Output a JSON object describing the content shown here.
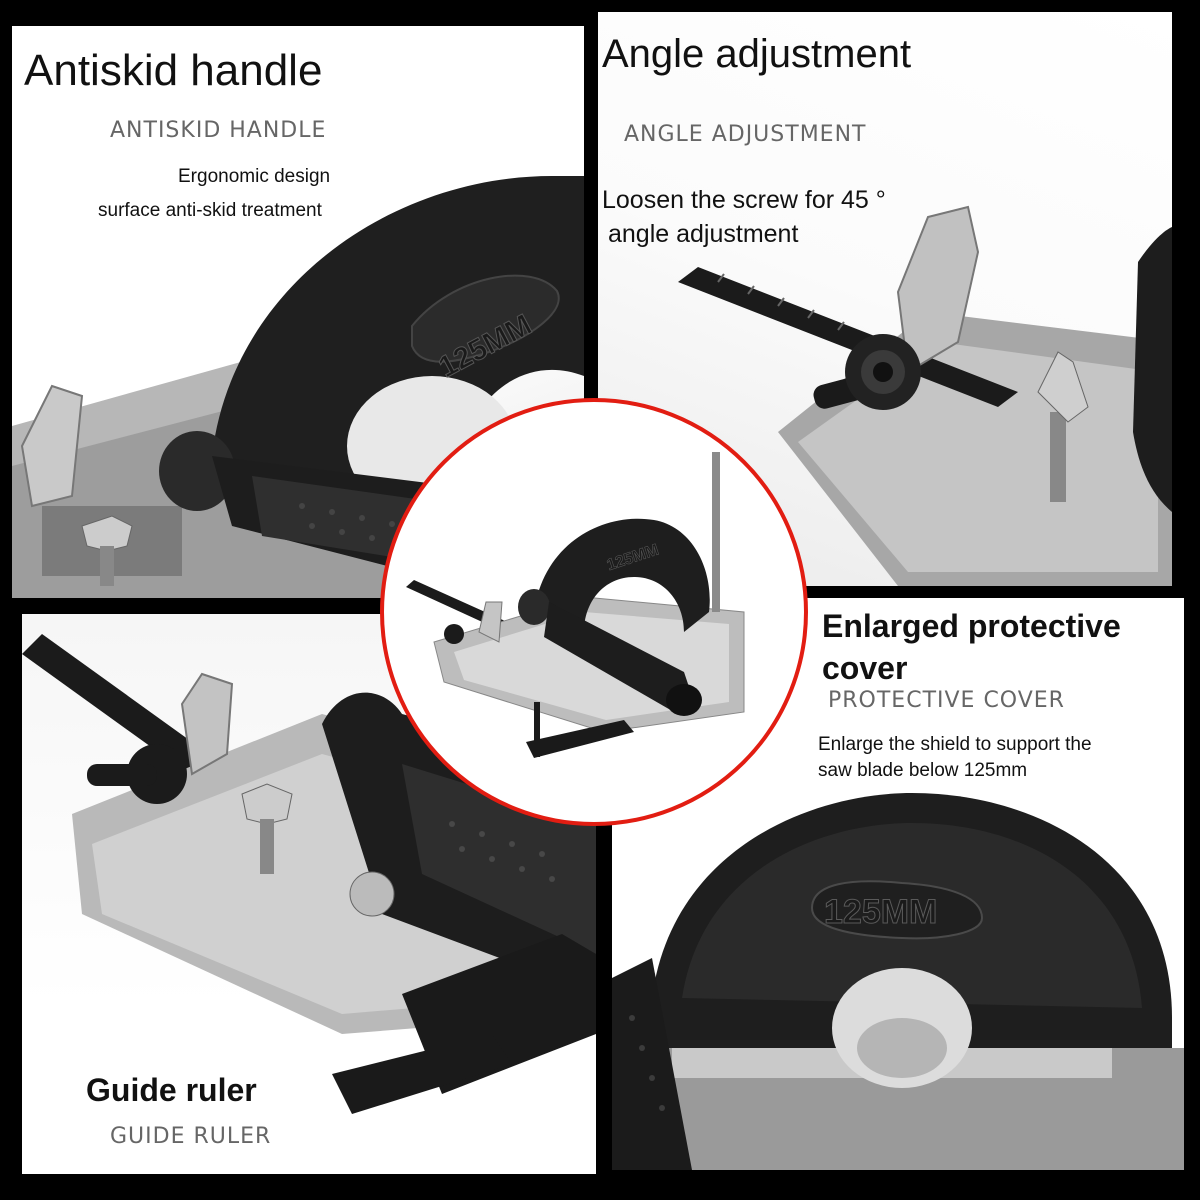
{
  "panels": {
    "top_left": {
      "title": "Antiskid handle",
      "subtitle": "ANTISKID HANDLE",
      "lines": [
        "Ergonomic design",
        "surface anti-skid treatment"
      ],
      "guard_marking": "125MM"
    },
    "top_right": {
      "title": "Angle adjustment",
      "subtitle": "ANGLE ADJUSTMENT",
      "lines": [
        "Loosen the screw for 45 °",
        "angle adjustment"
      ]
    },
    "bottom_left": {
      "title": "Guide ruler",
      "subtitle": "GUIDE RULER"
    },
    "bottom_right": {
      "title_line1": "Enlarged protective",
      "title_line2": "cover",
      "subtitle": "PROTECTIVE COVER",
      "lines": [
        "Enlarge the shield to support the",
        "saw blade below 125mm"
      ],
      "guard_marking": "125MM"
    },
    "center": {
      "guard_marking": "125MM"
    }
  },
  "colors": {
    "border": "#000000",
    "accent_ring": "#e21d12",
    "guard": "#1a1a1a",
    "metal": "#a9a9a9"
  }
}
